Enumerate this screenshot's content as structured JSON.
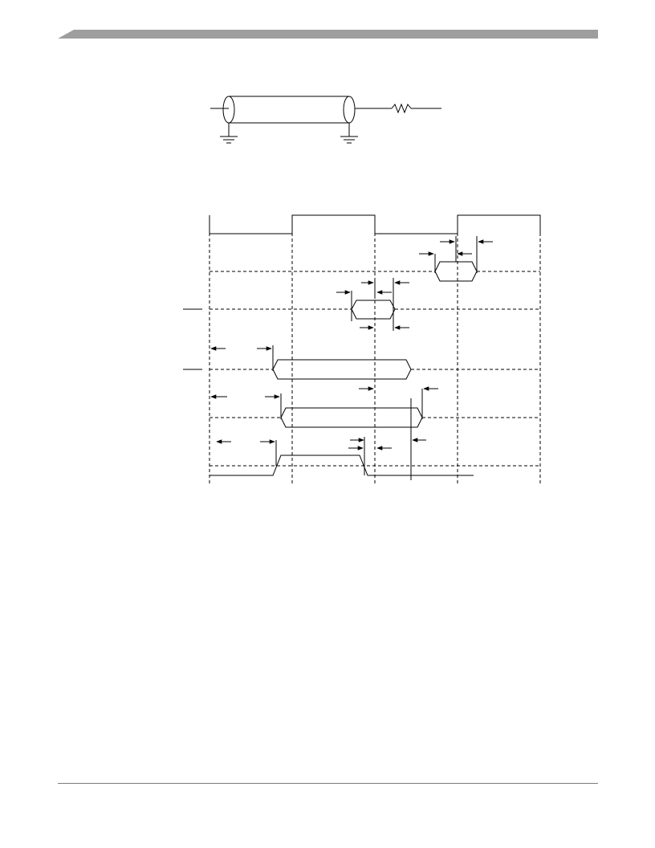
{
  "colors": {
    "header_band": "#9e9e9e",
    "ink": "#000000",
    "footer_rule": "#7a7a7a"
  },
  "icons": [
    "transmission-line-icon",
    "resistor-icon",
    "ground-icon",
    "arrow-icon"
  ],
  "load_circuit": {
    "labels": []
  },
  "timing_diagram": {
    "clock_levels": [
      0,
      1,
      0,
      1
    ],
    "signals": [
      {
        "id": "sig-1",
        "kind": "data-window"
      },
      {
        "id": "sig-2",
        "kind": "data-window"
      },
      {
        "id": "sig-3",
        "kind": "data-window"
      },
      {
        "id": "sig-4",
        "kind": "data-window"
      },
      {
        "id": "sig-5",
        "kind": "pulse"
      }
    ],
    "labels": []
  }
}
